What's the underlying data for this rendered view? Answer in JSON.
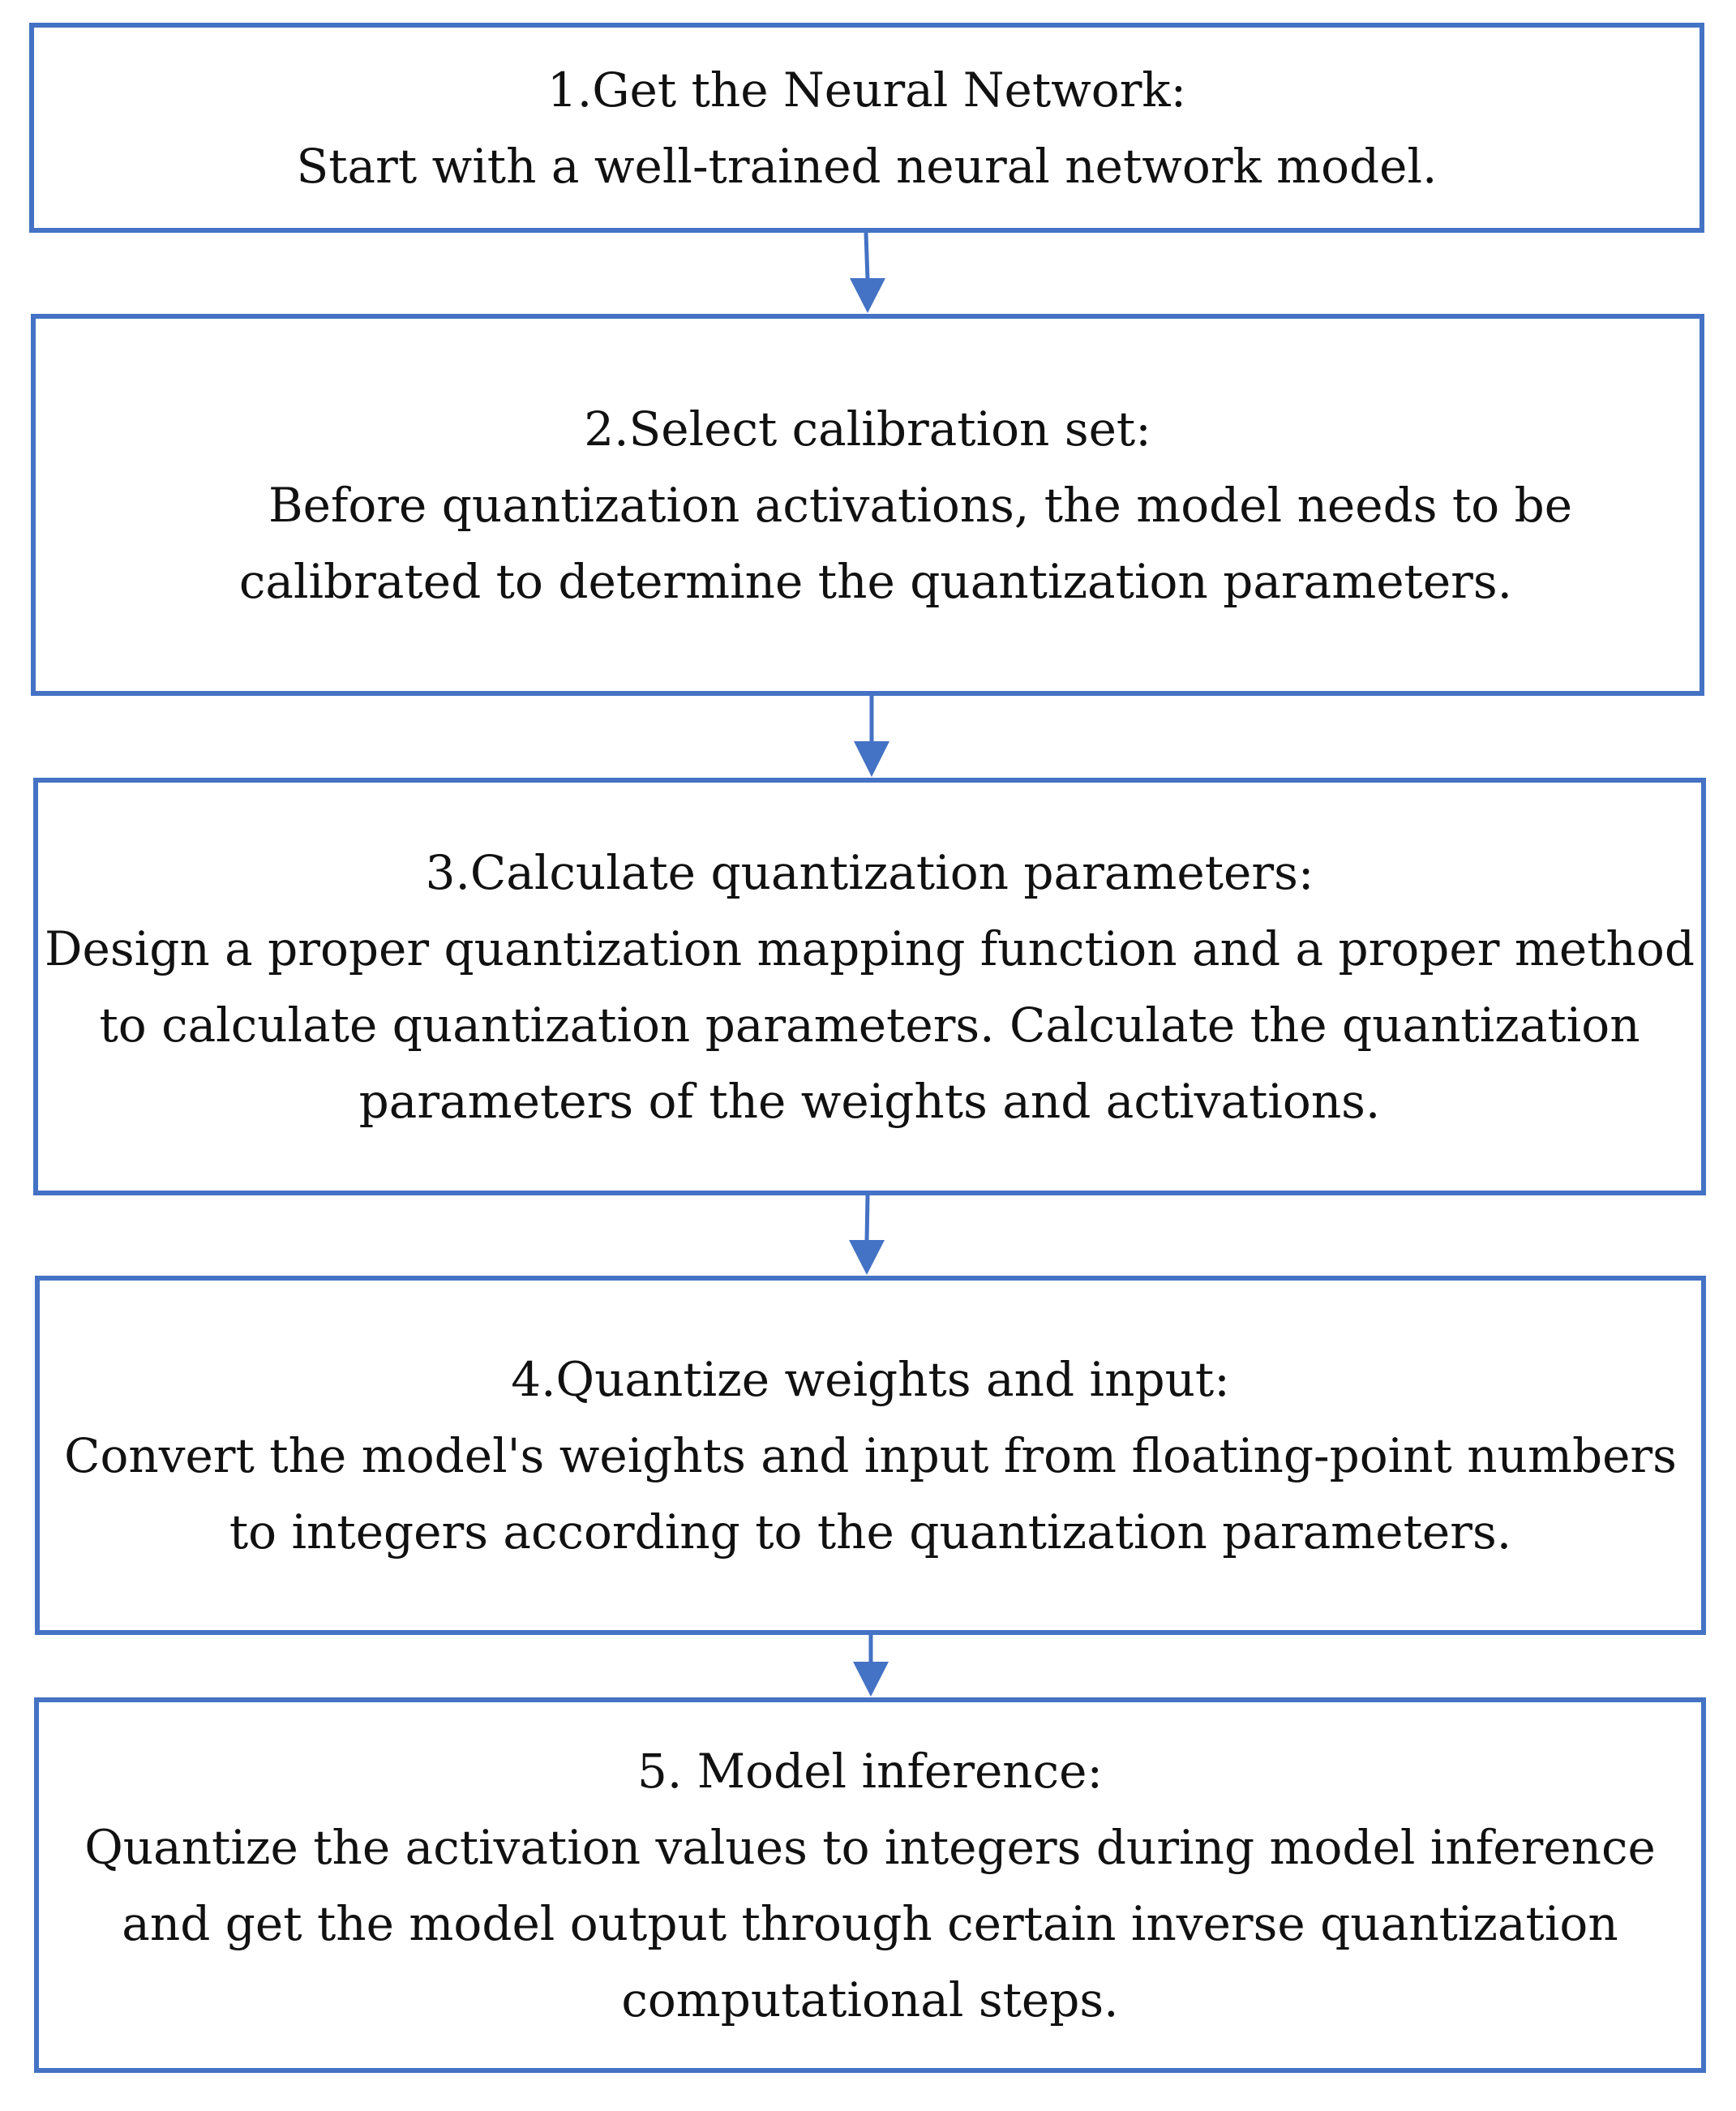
{
  "colors": {
    "border": "#4472C4",
    "arrow": "#4472C4",
    "text": "#111111",
    "background": "#ffffff"
  },
  "steps": [
    {
      "title": "1.Get the Neural Network:",
      "lines": [
        "Start with a well-trained neural network model."
      ]
    },
    {
      "title": "2.Select calibration set:",
      "lines": [
        "Before quantization activations, the model needs to be",
        "calibrated to determine the quantization parameters."
      ]
    },
    {
      "title": "3.Calculate quantization parameters:",
      "lines": [
        "Design a proper quantization mapping function and a proper method",
        "to calculate quantization parameters. Calculate the quantization",
        "parameters of the weights and activations."
      ]
    },
    {
      "title": "4.Quantize weights and input:",
      "lines": [
        "Convert the model's weights and input from floating-point numbers",
        "to integers according to the quantization parameters."
      ]
    },
    {
      "title": "5. Model inference:",
      "lines": [
        "Quantize the activation values to integers during model inference",
        "and get the model output through certain inverse quantization",
        "computational steps."
      ]
    }
  ]
}
